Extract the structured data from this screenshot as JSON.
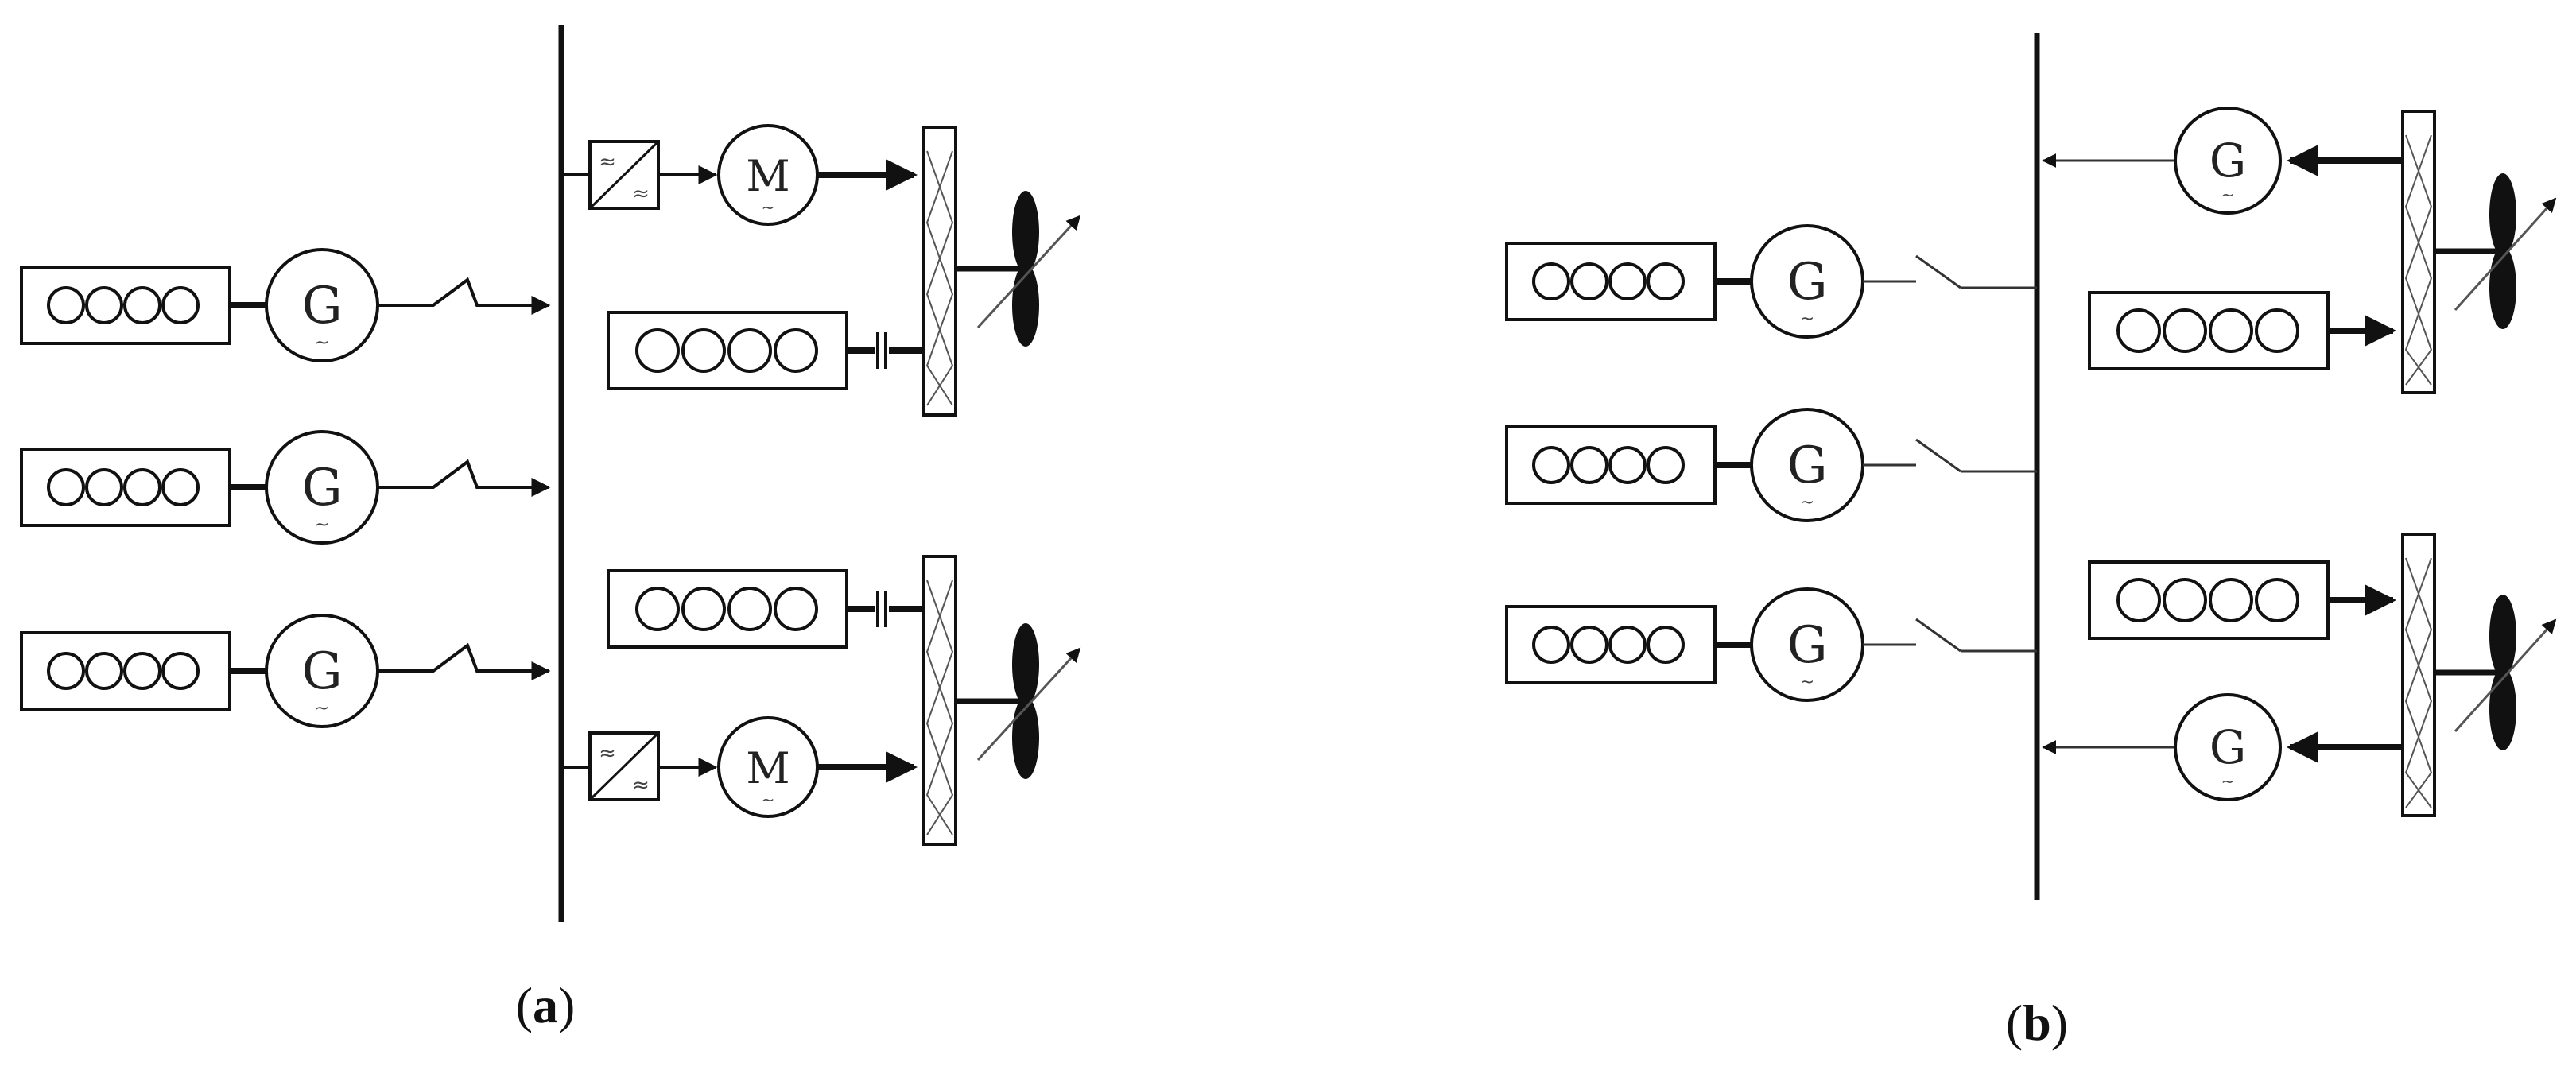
{
  "panels": [
    {
      "id": "a",
      "label_open": "(",
      "label_letter": "a",
      "label_close": ")"
    },
    {
      "id": "b",
      "label_open": "(",
      "label_letter": "b",
      "label_close": ")"
    }
  ],
  "symbols": {
    "generator": "G",
    "motor": "M",
    "ac_tilde": "~",
    "converter_in": "≈",
    "converter_out": "≈"
  },
  "colors": {
    "line": "#111111",
    "thin_line": "#333333",
    "background": "#ffffff"
  }
}
